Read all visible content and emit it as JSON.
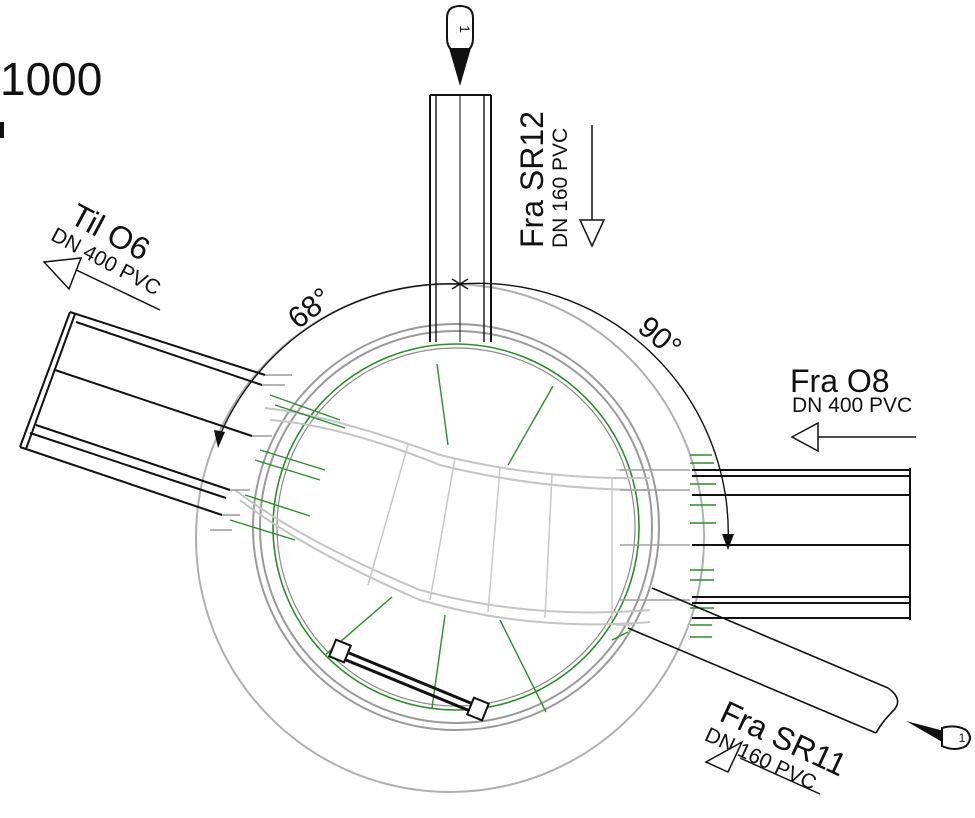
{
  "scale": {
    "text": "1000",
    "partial_line2": ""
  },
  "angles": {
    "left": "68°",
    "right": "90°"
  },
  "pipes": {
    "top": {
      "direction": "Fra",
      "name": "SR12",
      "title": "Fra SR12",
      "spec": "DN 160 PVC",
      "callout": "1"
    },
    "left": {
      "direction": "Til",
      "name": "O6",
      "title": "Til O6",
      "spec": "DN 400 PVC"
    },
    "right": {
      "direction": "Fra",
      "name": "O8",
      "title": "Fra O8",
      "spec": "DN 400 PVC"
    },
    "bottom_right": {
      "direction": "Fra",
      "name": "SR11",
      "title": "Fra SR11",
      "spec": "DN 160 PVC",
      "callout": "1"
    }
  },
  "colors": {
    "line": "#111111",
    "gray": "#9a9a9a",
    "light_gray": "#c8c8c8",
    "green": "#2e8b2e"
  }
}
